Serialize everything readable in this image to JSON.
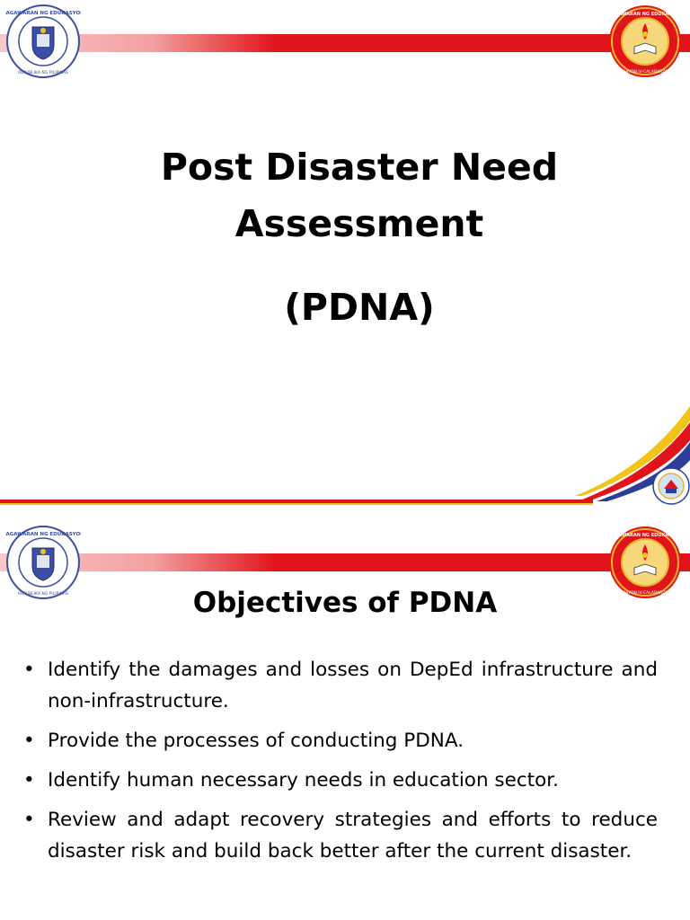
{
  "colors": {
    "band_red": "#e1141b",
    "band_fade": "#f8c8c8",
    "swoosh_yellow": "#f2c418",
    "swoosh_red": "#e1141b",
    "swoosh_blue": "#2c3e99",
    "deped_blue": "#3a4fa3",
    "seal_gold": "#e8b52a"
  },
  "slide1": {
    "title_lines": [
      "Post Disaster Need",
      "Assessment"
    ],
    "subtitle": "(PDNA)",
    "left_logo": {
      "icon": "deped-seal-icon",
      "ring_text": "KAGAWARAN NG EDUKASYON · REPUBLIKA NG PILIPINAS"
    },
    "right_logo": {
      "icon": "region-iv-seal-icon",
      "ring_text": "KAGAWARAN NG EDUKASYON · REHIYON IV-CALABARZON"
    },
    "corner_seal": {
      "icon": "division-seal-icon"
    }
  },
  "slide2": {
    "heading": "Objectives of PDNA",
    "bullets": [
      "Identify the damages and losses on DepEd infrastructure and non-infrastructure.",
      "Provide the processes of conducting PDNA.",
      "Identify human necessary needs in education sector.",
      "Review and adapt recovery strategies and efforts to reduce disaster risk and build back better after the current disaster."
    ],
    "bullet_glyph": "•"
  }
}
